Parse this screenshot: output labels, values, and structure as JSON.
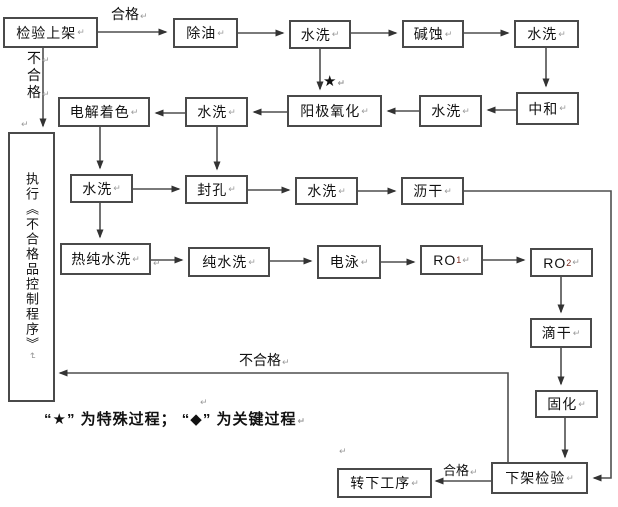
{
  "marks": {
    "return_mark": "↵",
    "star": "★",
    "diamond": "◆"
  },
  "nodes": [
    {
      "id": "inspection-racking",
      "label": "检验上架"
    },
    {
      "id": "degreasing",
      "label": "除油"
    },
    {
      "id": "water-wash-1",
      "label": "水洗"
    },
    {
      "id": "alkali-etch",
      "label": "碱蚀"
    },
    {
      "id": "water-wash-2",
      "label": "水洗"
    },
    {
      "id": "neutralize",
      "label": "中和"
    },
    {
      "id": "water-wash-3",
      "label": "水洗"
    },
    {
      "id": "anodizing",
      "label": "阳极氧化"
    },
    {
      "id": "water-wash-4",
      "label": "水洗"
    },
    {
      "id": "electrolytic-coloring",
      "label": "电解着色"
    },
    {
      "id": "water-wash-5",
      "label": "水洗"
    },
    {
      "id": "sealing",
      "label": "封孔"
    },
    {
      "id": "water-wash-6",
      "label": "水洗"
    },
    {
      "id": "drain-dry",
      "label": "沥干"
    },
    {
      "id": "hot-pure-water-wash",
      "label": "热纯水洗"
    },
    {
      "id": "pure-water-wash",
      "label": "纯水洗"
    },
    {
      "id": "electrophoresis",
      "label": "电泳"
    },
    {
      "id": "ro-1",
      "label": "RO",
      "sub": "1"
    },
    {
      "id": "ro-2",
      "label": "RO",
      "sub": "2"
    },
    {
      "id": "drip-dry",
      "label": "滴干"
    },
    {
      "id": "curing",
      "label": "固化"
    },
    {
      "id": "unrack-inspection",
      "label": "下架检验"
    },
    {
      "id": "next-process",
      "label": "转下工序"
    }
  ],
  "side_box": {
    "label": "执行《不合格品控制程序》"
  },
  "edge_labels": {
    "pass_top": "合格",
    "fail_vertical": [
      "不",
      "合",
      "格"
    ],
    "fail_bottom": "不合格",
    "pass_bottom": "合格"
  },
  "legend": {
    "text": "“★” 为特殊过程；  “◆” 为关键过程"
  },
  "edges": [
    {
      "from": "检验上架",
      "to": "除油",
      "label": "合格"
    },
    {
      "from": "检验上架",
      "to": "执行《不合格品控制程序》",
      "label": "不合格"
    },
    {
      "from": "除油",
      "to": "水洗"
    },
    {
      "from": "水洗",
      "to": "碱蚀"
    },
    {
      "from": "碱蚀",
      "to": "水洗"
    },
    {
      "from": "水洗",
      "to": "中和"
    },
    {
      "from": "中和",
      "to": "水洗"
    },
    {
      "from": "水洗",
      "to": "阳极氧化"
    },
    {
      "from": "水洗",
      "to": "阳极氧化",
      "label": "★"
    },
    {
      "from": "阳极氧化",
      "to": "水洗"
    },
    {
      "from": "水洗",
      "to": "电解着色"
    },
    {
      "from": "电解着色",
      "to": "水洗"
    },
    {
      "from": "水洗",
      "to": "封孔"
    },
    {
      "from": "封孔",
      "to": "水洗"
    },
    {
      "from": "水洗",
      "to": "沥干"
    },
    {
      "from": "沥干",
      "to": "下架检验"
    },
    {
      "from": "水洗",
      "to": "热纯水洗"
    },
    {
      "from": "热纯水洗",
      "to": "纯水洗"
    },
    {
      "from": "纯水洗",
      "to": "电泳"
    },
    {
      "from": "电泳",
      "to": "RO1"
    },
    {
      "from": "RO1",
      "to": "RO2"
    },
    {
      "from": "RO2",
      "to": "滴干"
    },
    {
      "from": "滴干",
      "to": "固化"
    },
    {
      "from": "固化",
      "to": "下架检验"
    },
    {
      "from": "下架检验",
      "to": "转下工序",
      "label": "合格"
    },
    {
      "from": "下架检验",
      "to": "执行《不合格品控制程序》",
      "label": "不合格"
    }
  ]
}
